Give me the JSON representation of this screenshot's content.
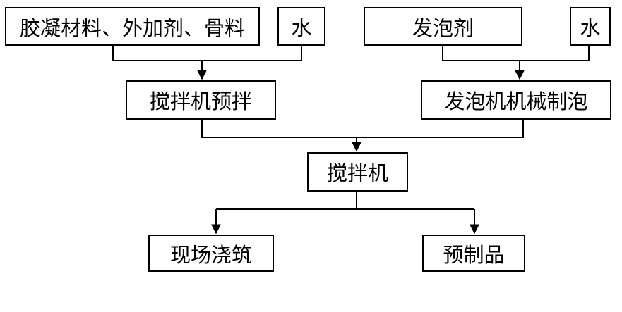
{
  "diagram": {
    "nodes": {
      "materials": "胶凝材料、外加剂、骨料",
      "water_left": "水",
      "foaming_agent": "发泡剂",
      "water_right": "水",
      "pre_mix": "搅拌机预拌",
      "foam_machine": "发泡机机械制泡",
      "mixer": "搅拌机",
      "cast_in_place": "现场浇筑",
      "precast": "预制品"
    },
    "edges": [
      [
        "materials",
        "pre_mix"
      ],
      [
        "water_left",
        "pre_mix"
      ],
      [
        "foaming_agent",
        "foam_machine"
      ],
      [
        "water_right",
        "foam_machine"
      ],
      [
        "pre_mix",
        "mixer"
      ],
      [
        "foam_machine",
        "mixer"
      ],
      [
        "mixer",
        "cast_in_place"
      ],
      [
        "mixer",
        "precast"
      ]
    ],
    "colors": {
      "line": "#000000",
      "box_border": "#000000",
      "background": "#ffffff"
    }
  }
}
